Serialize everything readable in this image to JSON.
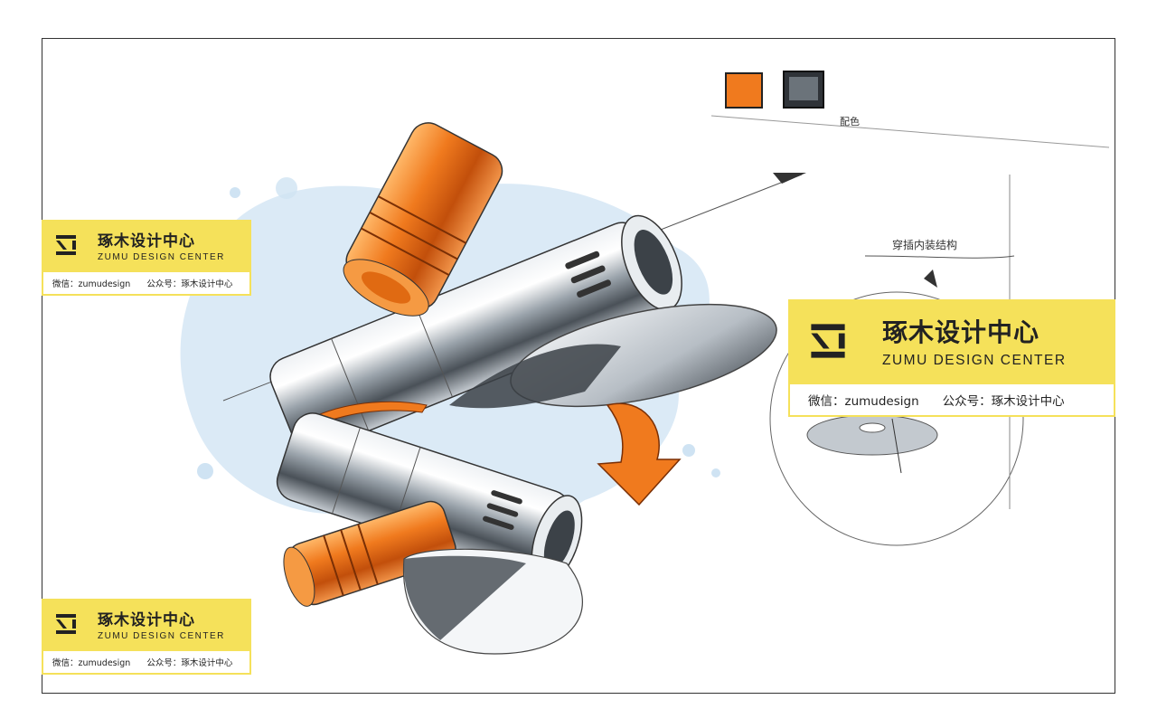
{
  "brand": {
    "name_cn": "琢木设计中心",
    "name_en": "ZUMU DESIGN CENTER",
    "wechat": "微信：zumudesign",
    "official_account": "公众号：琢木设计中心"
  },
  "annotations": {
    "color_note": "配色",
    "structure_note": "穿插内装结构"
  },
  "swatches": [
    "#f07a1e",
    "#2f3338"
  ],
  "colors": {
    "accent_yellow": "#f5e15a",
    "orange": "#f07a1e",
    "steel": "#7d8790",
    "blue_wash": "#cfe3f3"
  }
}
